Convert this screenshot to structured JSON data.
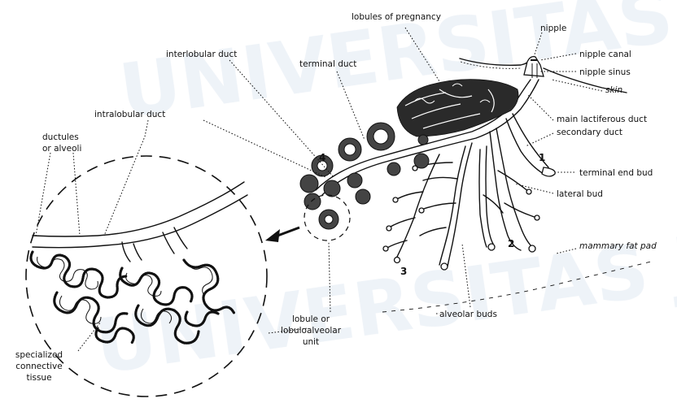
{
  "labels": {
    "lobules_of_pregnancy": "lobules of pregnancy",
    "nipple": "nipple",
    "nipple_canal": "nipple canal",
    "nipple_sinus": "nipple sinus",
    "skin": "skin",
    "main_lactiferous_duct": "main lactiferous duct",
    "secondary_duct": "secondary duct",
    "terminal_end_bud": "terminal end bud",
    "lateral_bud": "lateral bud",
    "mammary_fat_pad": "mammary fat pad",
    "alveolar_buds": "alveolar buds",
    "lobule_line1": "lobule or",
    "lobule_line2": "lobuloalveolar",
    "lobule_line3": "unit",
    "interlobular_duct": "interlobular duct",
    "terminal_duct": "terminal duct",
    "intralobular_duct": "intralobular duct",
    "ductules_line1": "ductules",
    "ductules_line2": "or alveoli",
    "connective_line1": "specialized",
    "connective_line2": "connective",
    "connective_line3": "tissue"
  },
  "stage_numbers": [
    "1",
    "2",
    "3",
    "4"
  ],
  "watermark": "UNIVERSITAS JEMBER",
  "colors": {
    "ink": "#111111",
    "watermark": "#7fa0c8"
  }
}
